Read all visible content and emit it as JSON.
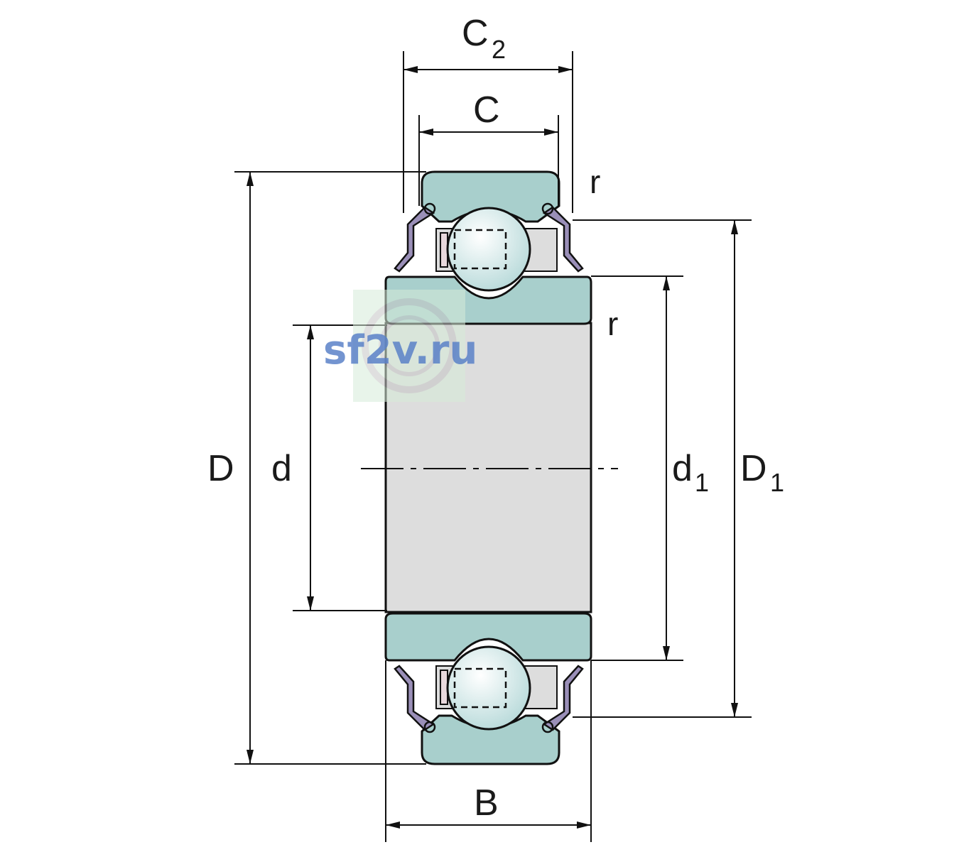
{
  "labels": {
    "C2": "C",
    "C2_sub": "2",
    "C": "C",
    "r_top": "r",
    "r_mid": "r",
    "D": "D",
    "d": "d",
    "d1": "d",
    "d1_sub": "1",
    "D1": "D",
    "D1_sub": "1",
    "B": "B"
  },
  "watermark": {
    "text": "sf2v.ru"
  },
  "colors": {
    "ring": "#a8cfcc",
    "bore": "#dddddd",
    "ball": "#d6ecec",
    "seal": "#9a8fb8"
  }
}
